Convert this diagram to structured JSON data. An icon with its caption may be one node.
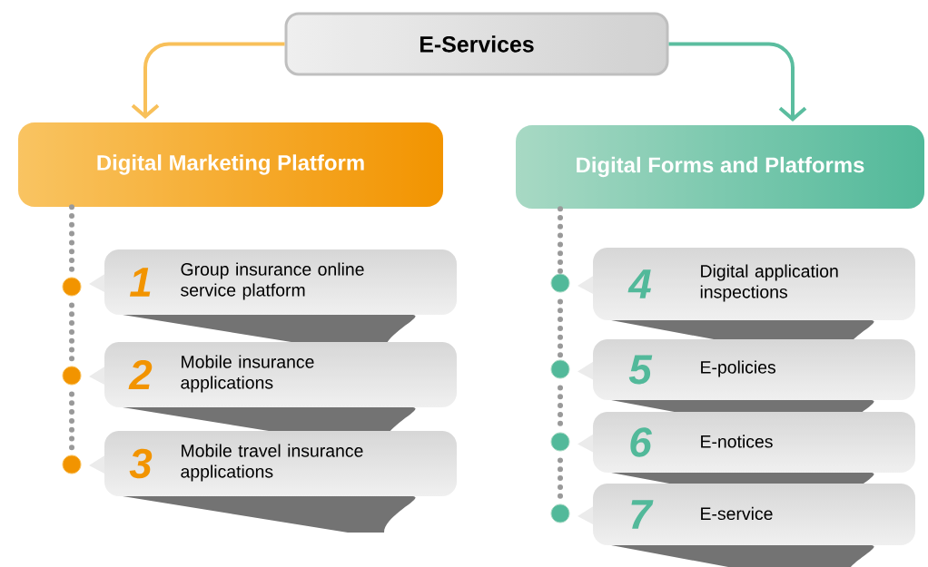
{
  "diagram": {
    "nodes": [
      {
        "text": [
          "E-Services"
        ]
      },
      {
        "text": [
          "Digital Marketing Platform"
        ]
      },
      {
        "text": [
          "Digital Forms and Platforms"
        ]
      },
      {
        "text": [
          "1",
          "Group insurance online service platform"
        ]
      },
      {
        "text": [
          "2",
          "Mobile insurance applications"
        ]
      },
      {
        "text": [
          "3",
          "Mobile travel insurance applications"
        ]
      },
      {
        "text": [
          "4",
          "Digital application inspections"
        ]
      },
      {
        "text": [
          "5",
          "E-policies"
        ]
      },
      {
        "text": [
          "6",
          "E-notices"
        ]
      },
      {
        "text": [
          "7",
          "E-service"
        ]
      },
      {
        "text": [],
        "shape": "circle"
      },
      {
        "text": [],
        "shape": "circle"
      },
      {
        "text": [],
        "shape": "circle"
      },
      {
        "text": [],
        "shape": "circle"
      },
      {
        "text": [],
        "shape": "circle"
      },
      {
        "text": [],
        "shape": "circle"
      },
      {
        "text": [],
        "shape": "circle"
      }
    ],
    "edges": [
      {
        "from": 0,
        "to": 1,
        "arrow": "to",
        "color": "#f8c05a"
      },
      {
        "from": 0,
        "to": 2,
        "arrow": "to",
        "color": "#5bbd9f"
      },
      {
        "from": 1,
        "to": 10,
        "arrow": "none",
        "style": "dashed"
      },
      {
        "from": 10,
        "to": 11,
        "arrow": "none",
        "style": "dashed"
      },
      {
        "from": 11,
        "to": 12,
        "arrow": "none",
        "style": "dashed"
      },
      {
        "from": 2,
        "to": 13,
        "arrow": "none",
        "style": "dashed"
      },
      {
        "from": 13,
        "to": 14,
        "arrow": "none",
        "style": "dashed"
      },
      {
        "from": 14,
        "to": 15,
        "arrow": "none",
        "style": "dashed"
      },
      {
        "from": 15,
        "to": 16,
        "arrow": "none",
        "style": "dashed"
      }
    ]
  }
}
